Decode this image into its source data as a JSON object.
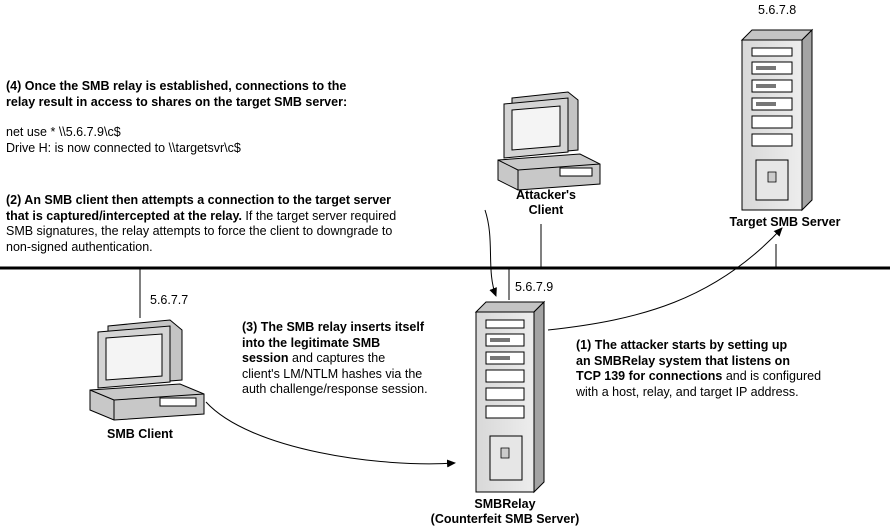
{
  "ips": {
    "target": "5.6.7.8",
    "client": "5.6.7.7",
    "relay": "5.6.7.9"
  },
  "labels": {
    "attacker_line1": "Attacker's",
    "attacker_line2": "Client",
    "target": "Target SMB Server",
    "client": "SMB Client",
    "relay_line1": "SMBRelay",
    "relay_line2": "(Counterfeit SMB Server)"
  },
  "step4": {
    "bold_line1": "(4) Once the SMB relay is established, connections to the",
    "bold_line2": "relay result in access to shares on the target SMB server:",
    "cmd_line1": "net use * \\\\5.6.7.9\\c$",
    "cmd_line2": "Drive H: is now connected to \\\\targetsvr\\c$"
  },
  "step2": {
    "bold_line1": "(2) An SMB client then attempts a connection to the target server",
    "bold_line2": "that is captured/intercepted at the relay.",
    "normal_tail": " If the target server required",
    "line3": "SMB signatures, the relay attempts to force the client to downgrade to",
    "line4": "non-signed authentication."
  },
  "step3": {
    "bold_line1": "(3) The SMB relay inserts itself",
    "bold_line2": "into the legitimate SMB",
    "bold_line3": "session",
    "normal_tail3": " and captures the",
    "line4": "client's LM/NTLM hashes via the",
    "line5": "auth challenge/response session."
  },
  "step1": {
    "bold_line1": "(1) The attacker starts by setting up",
    "bold_line2": "an SMBRelay system that listens on",
    "bold_line3": "TCP 139 for connections",
    "normal_tail3": " and is configured",
    "line4": "with a host, relay, and target IP address."
  }
}
